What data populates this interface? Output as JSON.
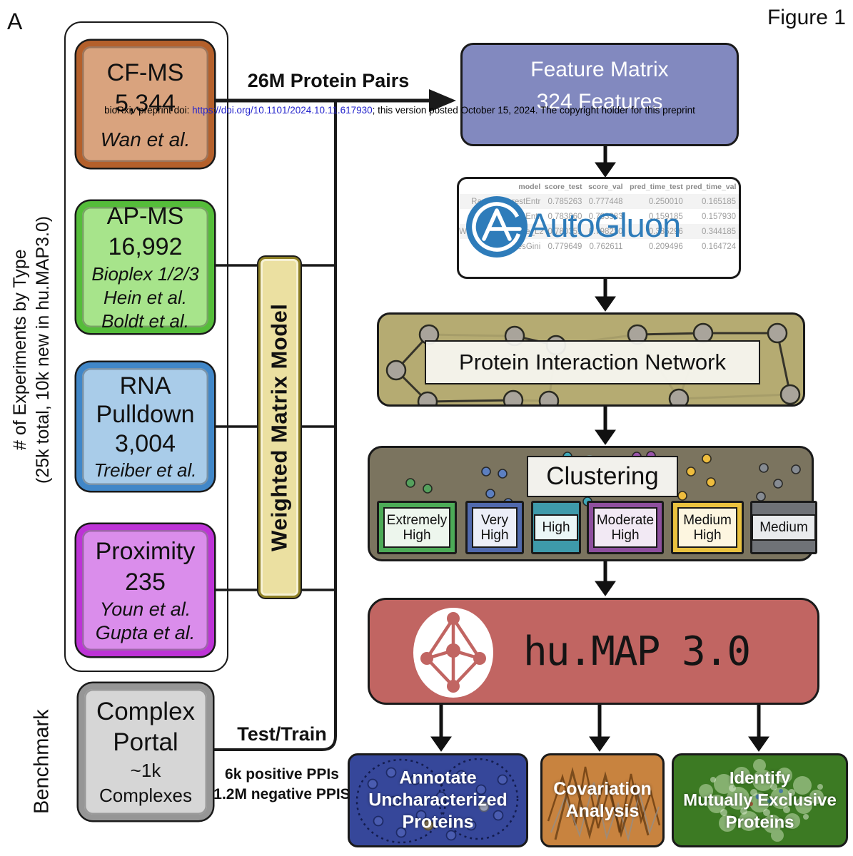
{
  "figure": {
    "panel": "A",
    "label": "Figure 1"
  },
  "watermark": {
    "prefix": "bioRxiv preprint doi: ",
    "link": "https://doi.org/10.1101/2024.10.11.617930",
    "suffix": "; this version posted October 15, 2024. The copyright holder for this preprint"
  },
  "side_labels": {
    "experiments_line1": "# of Experiments by Type",
    "experiments_line2": "(25k total, 10k new in hu.MAP3.0)",
    "benchmark": "Benchmark"
  },
  "inputs": {
    "cfms": {
      "title": "CF-MS",
      "count": "5,344",
      "ref1": "Wan et al.",
      "fill": "#d9a37e",
      "border": "#b4602b"
    },
    "apms": {
      "title": "AP-MS",
      "count": "16,992",
      "ref1": "Bioplex 1/2/3",
      "ref2": "Hein et al.",
      "ref3": "Boldt et al.",
      "fill": "#a7e48b",
      "border": "#55bd3a"
    },
    "rna": {
      "title1": "RNA",
      "title2": "Pulldown",
      "count": "3,004",
      "ref1": "Treiber et al.",
      "fill": "#a9cce9",
      "border": "#4187c8"
    },
    "proximity": {
      "title": "Proximity",
      "count": "235",
      "ref1": "Youn et al.",
      "ref2": "Gupta et al.",
      "fill": "#da8deb",
      "border": "#bd33d6"
    }
  },
  "benchmark_box": {
    "title1": "Complex",
    "title2": "Portal",
    "count": "~1k",
    "unit": "Complexes",
    "fill": "#d6d6d6",
    "border": "#969696"
  },
  "model": {
    "label": "Weighted Matrix Model",
    "fill": "#ebe0a1",
    "border": "#8d7f24"
  },
  "flow": {
    "pairs": "26M Protein Pairs",
    "test_train": "Test/Train",
    "positives": "6k positive PPIs",
    "negatives": "1.2M negative PPIS"
  },
  "feature_matrix": {
    "line1": "Feature Matrix",
    "line2": "324 Features",
    "fill": "#8289bf"
  },
  "autogluon": {
    "wordmark": "AutoGluon",
    "brand": "#2e7cba",
    "headers": [
      "model",
      "score_test",
      "score_val",
      "pred_time_test",
      "pred_time_val"
    ],
    "rows": [
      [
        "RandomForestEntr",
        "0.785263",
        "0.777448",
        "0.250010",
        "0.165185"
      ],
      [
        "ExtraTreesEntr",
        "0.783860",
        "0.783383",
        "0.159185",
        "0.157930"
      ],
      [
        "WeightedEnsemble_L2",
        "0.780351",
        "0.798220",
        "0.385296",
        "0.344185"
      ],
      [
        "ExtraTreesGini",
        "0.779649",
        "0.762611",
        "0.209496",
        "0.164724"
      ]
    ]
  },
  "network": {
    "label": "Protein Interaction Network",
    "fill": "#b5ab72"
  },
  "clustering": {
    "label": "Clustering",
    "fill": "#7b745f",
    "levels": [
      {
        "label": "Extremely High",
        "color": "#4cab57",
        "inner": "#edf6ed"
      },
      {
        "label": "Very High",
        "color": "#5069ad",
        "inner": "#eceef8"
      },
      {
        "label": "High",
        "color": "#3e9aaa",
        "inner": "#eaf6f6"
      },
      {
        "label": "Moderate High",
        "color": "#8e4f9e",
        "inner": "#f2e9f4"
      },
      {
        "label": "Medium High",
        "color": "#eac23f",
        "inner": "#fdf6e0"
      },
      {
        "label": "Medium",
        "color": "#6f7277",
        "inner": "#e9ebed"
      }
    ]
  },
  "humap": {
    "wordmark": "hu.MAP 3.0",
    "fill": "#c16562"
  },
  "outputs": {
    "annotate": {
      "line1": "Annotate",
      "line2": "Uncharacterized",
      "line3": "Proteins",
      "fill": "#36479a"
    },
    "covariation": {
      "line1": "Covariation",
      "line2": "Analysis",
      "fill": "#c8833f"
    },
    "identify": {
      "line1": "Identify",
      "line2": "Mutually Exclusive",
      "line3": "Proteins",
      "fill": "#3c7a23"
    }
  }
}
